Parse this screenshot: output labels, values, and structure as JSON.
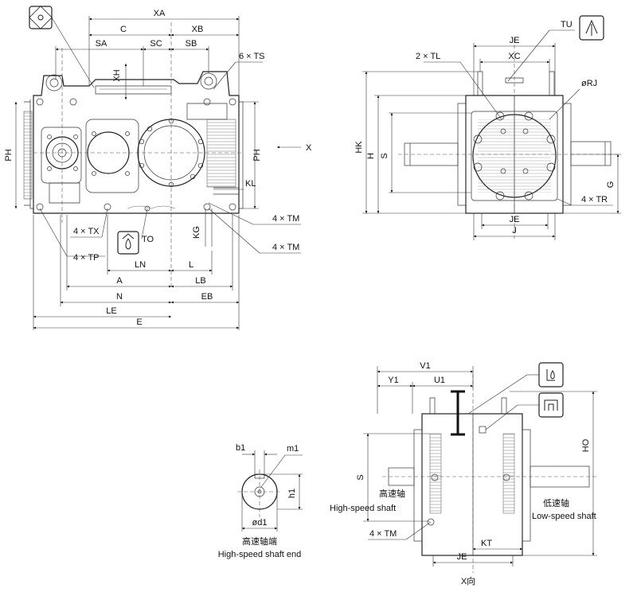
{
  "front_view": {
    "labels": {
      "XA": "XA",
      "C": "C",
      "XB": "XB",
      "SA": "SA",
      "SC": "SC",
      "SB": "SB",
      "XH": "XH",
      "TS": "6 × TS",
      "PH_left": "PH",
      "PH_right": "PH",
      "KL": "KL",
      "TM_upper": "4 × TM",
      "TM_lower": "4 × TM",
      "KG": "KG",
      "TX": "4 × TX",
      "TO": "TO",
      "TP": "4 × TP",
      "LN": "LN",
      "L": "L",
      "A": "A",
      "LB": "LB",
      "N": "N",
      "EB": "EB",
      "LE": "LE",
      "E": "E"
    },
    "x_arrow_label": "X"
  },
  "side_view": {
    "labels": {
      "JE_top": "JE",
      "XC": "XC",
      "TU": "TU",
      "TL": "2 × TL",
      "RJ": "øRJ",
      "HK": "HK",
      "H": "H",
      "S": "S",
      "G": "G",
      "TR": "4 × TR",
      "JE_bottom": "JE",
      "J": "J"
    }
  },
  "shaft_end": {
    "labels": {
      "b1": "b1",
      "m1": "m1",
      "h1": "h1",
      "d1": "ød1"
    },
    "caption_cn": "高速轴端",
    "caption_en": "High-speed shaft end"
  },
  "x_view": {
    "labels": {
      "V1": "V1",
      "Y1": "Y1",
      "U1": "U1",
      "HO": "HO",
      "S": "S",
      "TM": "4 × TM",
      "KT": "KT",
      "JE": "JE"
    },
    "high_speed_cn": "高速轴",
    "high_speed_en": "High-speed shaft",
    "low_speed_cn": "低速轴",
    "low_speed_en": "Low-speed shaft",
    "caption": "X向"
  }
}
